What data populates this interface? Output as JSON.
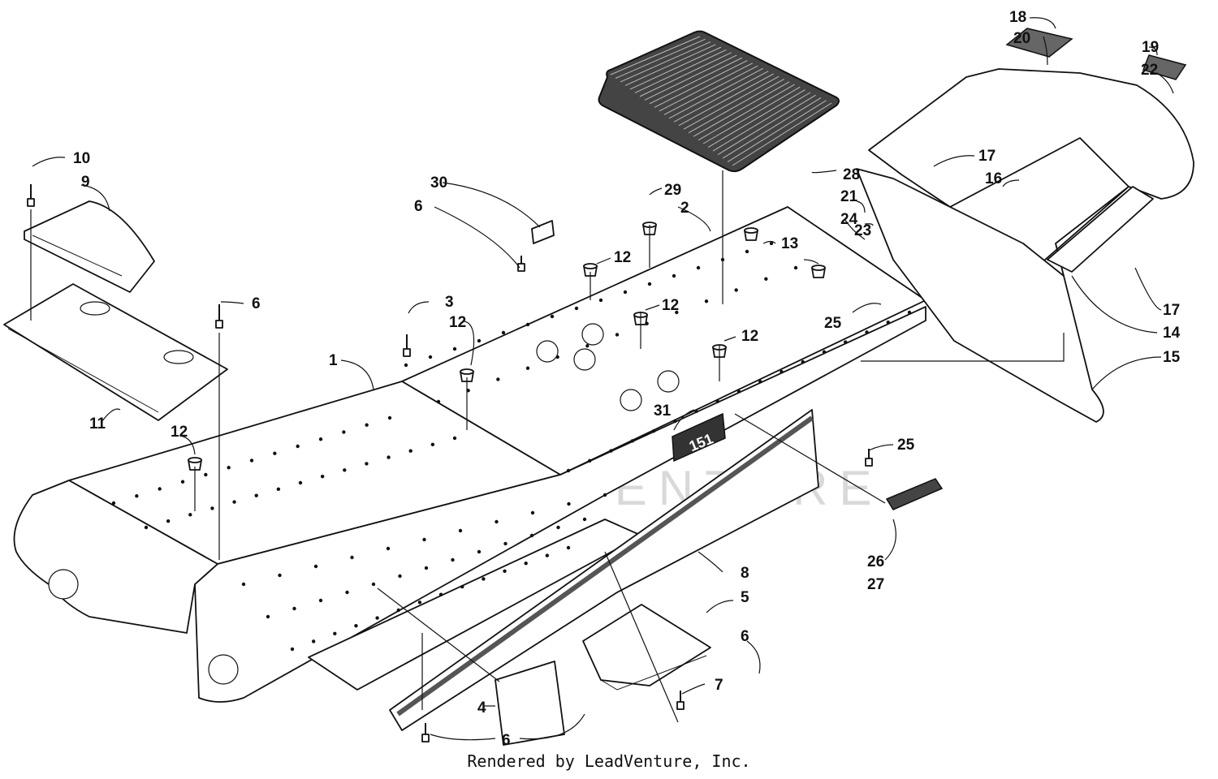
{
  "callouts": [
    {
      "id": "c1",
      "label": "1"
    },
    {
      "id": "c2",
      "label": "2"
    },
    {
      "id": "c3",
      "label": "3"
    },
    {
      "id": "c4",
      "label": "4"
    },
    {
      "id": "c5",
      "label": "5"
    },
    {
      "id": "c6a",
      "label": "6"
    },
    {
      "id": "c6b",
      "label": "6"
    },
    {
      "id": "c6c",
      "label": "6"
    },
    {
      "id": "c6d",
      "label": "6"
    },
    {
      "id": "c7",
      "label": "7"
    },
    {
      "id": "c8",
      "label": "8"
    },
    {
      "id": "c9",
      "label": "9"
    },
    {
      "id": "c10",
      "label": "10"
    },
    {
      "id": "c11",
      "label": "11"
    },
    {
      "id": "c12a",
      "label": "12"
    },
    {
      "id": "c12b",
      "label": "12"
    },
    {
      "id": "c12c",
      "label": "12"
    },
    {
      "id": "c12d",
      "label": "12"
    },
    {
      "id": "c12e",
      "label": "12"
    },
    {
      "id": "c13",
      "label": "13"
    },
    {
      "id": "c14",
      "label": "14"
    },
    {
      "id": "c15",
      "label": "15"
    },
    {
      "id": "c16",
      "label": "16"
    },
    {
      "id": "c17a",
      "label": "17"
    },
    {
      "id": "c17b",
      "label": "17"
    },
    {
      "id": "c18",
      "label": "18"
    },
    {
      "id": "c19",
      "label": "19"
    },
    {
      "id": "c20",
      "label": "20"
    },
    {
      "id": "c21",
      "label": "21"
    },
    {
      "id": "c22",
      "label": "22"
    },
    {
      "id": "c23",
      "label": "23"
    },
    {
      "id": "c24",
      "label": "24"
    },
    {
      "id": "c25a",
      "label": "25"
    },
    {
      "id": "c25b",
      "label": "25"
    },
    {
      "id": "c26",
      "label": "26"
    },
    {
      "id": "c27",
      "label": "27"
    },
    {
      "id": "c28",
      "label": "28"
    },
    {
      "id": "c29",
      "label": "29"
    },
    {
      "id": "c30",
      "label": "30"
    },
    {
      "id": "c31",
      "label": "31"
    }
  ],
  "decal_text": "151",
  "watermark": "LEADVENTURE",
  "footer": "Rendered by LeadVenture, Inc."
}
